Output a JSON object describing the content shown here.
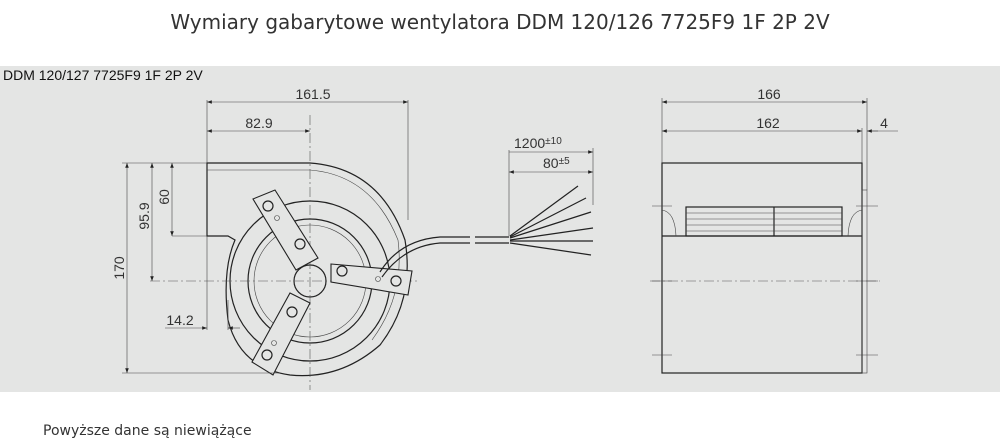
{
  "page": {
    "title": "Wymiary gabarytowe wentylatora DDM 120/126 7725F9 1F 2P 2V",
    "footnote": "Powyższe dane są niewiążące"
  },
  "drawing": {
    "model_label": "DDM 120/127 7725F9 1F 2P 2V",
    "side_view": {
      "dim_total_width": "161.5",
      "dim_center_offset": "82.9",
      "dim_total_height": "170",
      "dim_center_height": "95.9",
      "dim_outlet_height": "60",
      "dim_outlet_offset": "14.2"
    },
    "cable": {
      "dim_length": "1200",
      "dim_length_tol": "±10",
      "dim_strip": "80",
      "dim_strip_tol": "±5"
    },
    "front_view": {
      "dim_overall_width": "166",
      "dim_housing_width": "162",
      "dim_flange": "4"
    }
  }
}
